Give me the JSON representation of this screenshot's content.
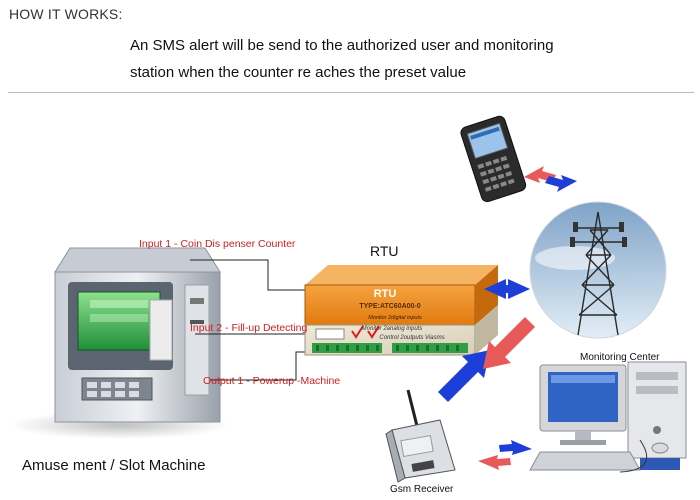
{
  "header": {
    "title": "HOW IT WORKS:"
  },
  "description": {
    "line1": "An SMS alert will be send to the authorized user and monitoring",
    "line2": "station when the counter re aches the preset value"
  },
  "labels": {
    "input1": "Input 1 - Coin Dis penser Counter",
    "input2": "Input 2 - Fill-up Detecting",
    "output1": "Output 1 - Powerup -Machine",
    "rtu": "RTU",
    "monitoring_center": "Monitoring Center",
    "machine": "Amuse ment / Slot Machine",
    "gsm_receiver": "Gsm Receiver"
  },
  "device": {
    "brand": "RTU",
    "type_line": "TYPE:ATC60A00-0",
    "subtitle": "Monitor 2digital inputs",
    "feature_a": "Monitor 2analog inputs",
    "feature_b": "Control 2outputs Viasms"
  },
  "colors": {
    "label_red": "#d02020",
    "arrow_blue": "#1d3fd8",
    "arrow_red": "#e85a5a",
    "rtu_orange": "#f08a1c"
  }
}
